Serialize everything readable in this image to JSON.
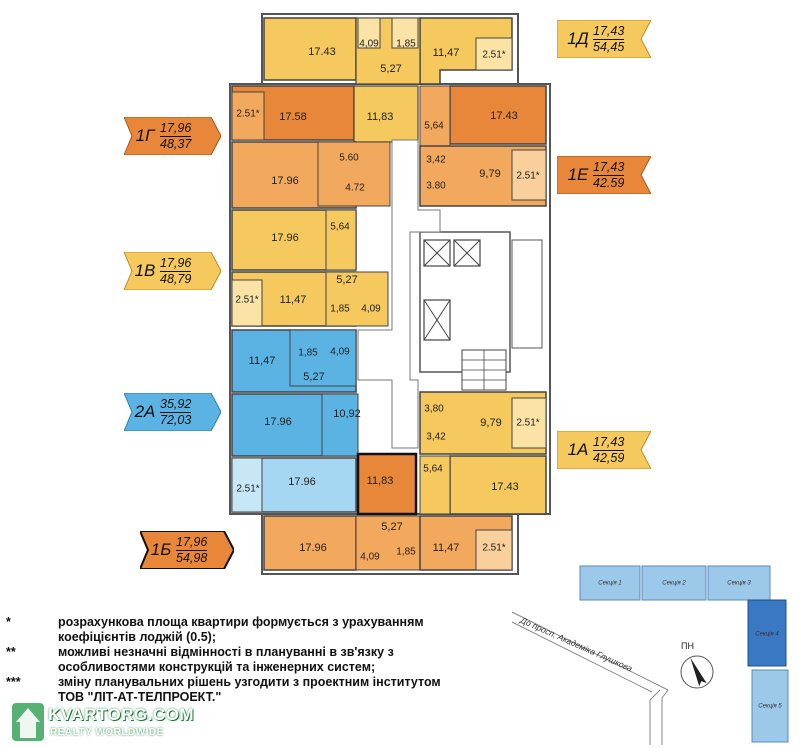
{
  "colors": {
    "apartment_orange": "#f2a95e",
    "apartment_dark_orange": "#e8873a",
    "apartment_yellow": "#f5c95e",
    "apartment_blue": "#5bb3e4",
    "apartment_light_blue": "#a6d7f2",
    "highlight_border": "#111111",
    "section_blue": "#9cc8ea",
    "section_highlight": "#3a78c4"
  },
  "badges": [
    {
      "code": "1Д",
      "living_area": "17,43",
      "total_area": "54,45",
      "color": "#f5c95e"
    },
    {
      "code": "1Г",
      "living_area": "17,96",
      "total_area": "48,37",
      "color": "#e8873a"
    },
    {
      "code": "1Е",
      "living_area": "17,43",
      "total_area": "42.59",
      "color": "#e8873a"
    },
    {
      "code": "1В",
      "living_area": "17,96",
      "total_area": "48,79",
      "color": "#f5c95e"
    },
    {
      "code": "2А",
      "living_area": "35,92",
      "total_area": "72,03",
      "color": "#5bb3e4"
    },
    {
      "code": "1А",
      "living_area": "17,43",
      "total_area": "42,59",
      "color": "#f5c95e"
    },
    {
      "code": "1Б",
      "living_area": "17,96",
      "total_area": "54,98",
      "color": "#e8873a"
    }
  ],
  "room_labels": {
    "r1": "17.43",
    "r2": "4,09",
    "r3": "1,85",
    "r4": "11,47",
    "r5": "2.51*",
    "r6": "5,27",
    "r7": "2.51*",
    "r8": "17.58",
    "r9": "11,83",
    "r10": "5,64",
    "r11": "17.43",
    "r12": "5.60",
    "r13": "3,42",
    "r14": "17.96",
    "r15": "4.72",
    "r16": "3.80",
    "r17": "9,79",
    "r18": "2.51*",
    "r19": "17.96",
    "r20": "5,64",
    "r21": "5,27",
    "r22": "2.51*",
    "r23": "11,47",
    "r24": "1,85",
    "r25": "4,09",
    "r26": "11,47",
    "r27": "1,85",
    "r28": "4,09",
    "r29": "5,27",
    "r30": "3,80",
    "r31": "17.96",
    "r32": "10,92",
    "r33": "9,79",
    "r34": "2.51*",
    "r35": "3,42",
    "r36": "5,64",
    "r37": "2.51*",
    "r38": "17.96",
    "r39": "11,83",
    "r40": "17.43",
    "r41": "5,27",
    "r42": "17.96",
    "r43": "4,09",
    "r44": "1,85",
    "r45": "11,47",
    "r46": "2.51*"
  },
  "footnotes": [
    {
      "mark": "*",
      "lines": [
        "розрахункова площа квартири формується з урахуванням",
        "коефіцієнтів лоджій (0.5);"
      ]
    },
    {
      "mark": "**",
      "lines": [
        "можливі незначні відмінності в плануванні в зв'язку з",
        "особливостями конструкцій та інженерних систем;"
      ]
    },
    {
      "mark": "***",
      "lines": [
        "зміну планувальних рішень узгодити з проектним інститутом",
        "ТОВ \"ЛІТ-АТ-ТЕЛПРОЕКТ.\""
      ]
    }
  ],
  "site_plan": {
    "road_label": "До просп. Академіка Глушкова",
    "north_label": "ПН",
    "sections": [
      "Секція 1",
      "Секція 2",
      "Секція 3",
      "Секція 4",
      "Секція 5"
    ],
    "highlighted_section": "Секція 4"
  },
  "watermark": {
    "title": "KVARTORG.COM",
    "subtitle": "REALTY WORLDWIDE"
  }
}
